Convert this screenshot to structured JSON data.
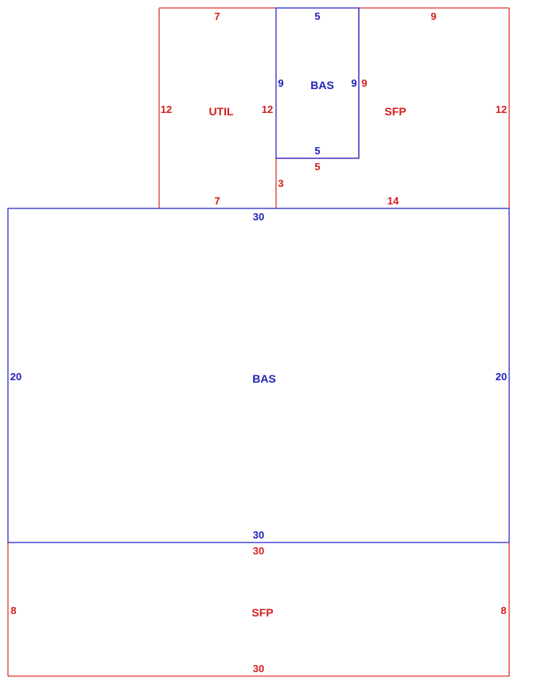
{
  "colors": {
    "sfp_util": "#e53232",
    "bas": "#2c2cd0"
  },
  "areas": {
    "util": "UTIL",
    "bas_top": "BAS",
    "sfp_top": "SFP",
    "bas_main": "BAS",
    "sfp_bottom": "SFP"
  },
  "dimensions": {
    "util_top": "7",
    "util_left": "12",
    "util_right": "12",
    "util_bottom": "7",
    "bas_top_top": "5",
    "bas_top_left": "9",
    "bas_top_right": "9",
    "bas_top_bottom": "5",
    "sfp_top_top": "9",
    "sfp_top_left": "9",
    "sfp_top_right": "12",
    "sfp_top_step": "5",
    "sfp_top_drop": "3",
    "sfp_top_bottom": "14",
    "bas_main_top": "30",
    "bas_main_left": "20",
    "bas_main_right": "20",
    "bas_main_bottom": "30",
    "sfp_bottom_top": "30",
    "sfp_bottom_left": "8",
    "sfp_bottom_right": "8",
    "sfp_bottom_bottom": "30"
  }
}
